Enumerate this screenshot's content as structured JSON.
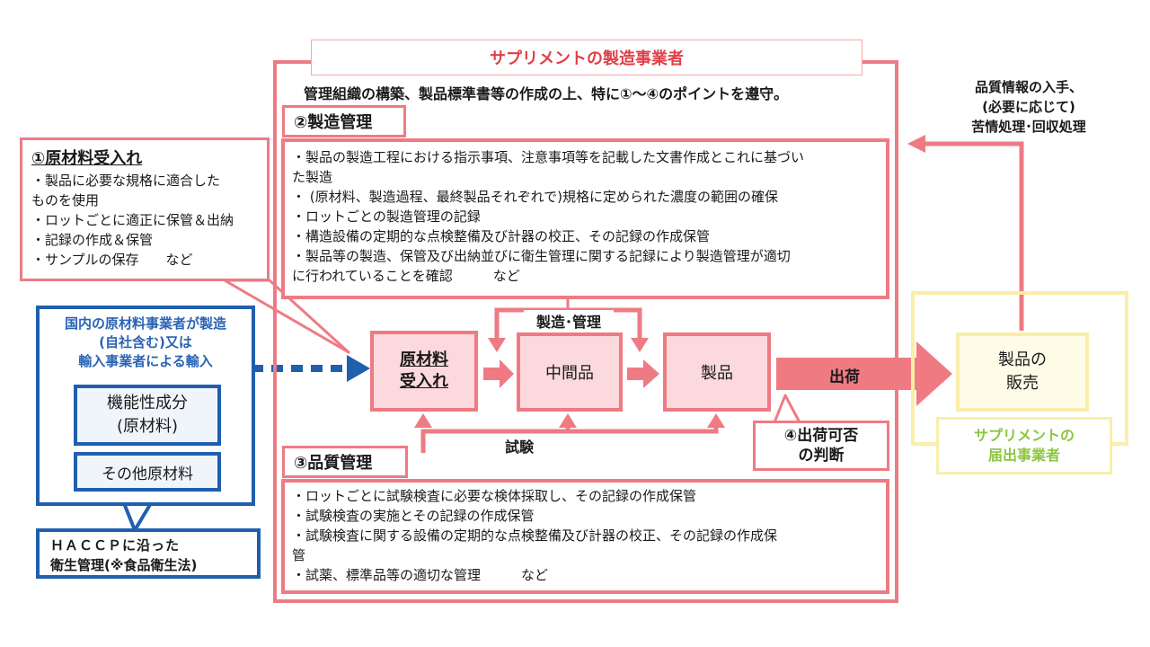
{
  "manufacturer": {
    "title": "サプリメントの製造事業者",
    "subtitle": "管理組織の構築、製品標準書等の作成の上、特に①～④のポイントを遵守。"
  },
  "raw_materials": {
    "title": "①原材料受入れ",
    "items": [
      "・製品に必要な規格に適合した",
      "ものを使用",
      "・ロットごとに適正に保管＆出納",
      "・記録の作成＆保管",
      "・サンプルの保存　　など"
    ]
  },
  "manufacturing_control": {
    "title": "②製造管理",
    "items": [
      "・製品の製造工程における指示事項、注意事項等を記載した文書作成とこれに基づい",
      "た製造",
      "・ (原材料、製造過程、最終製品それぞれで)規格に定められた濃度の範囲の確保",
      "・ロットごとの製造管理の記録",
      "・構造設備の定期的な点検整備及び計器の校正、その記録の作成保管",
      "・製品等の製造、保管及び出納並びに衛生管理に関する記録により製造管理が適切",
      "に行われていることを確認　　　など"
    ]
  },
  "quality_control": {
    "title": "③品質管理",
    "items": [
      "・ロットごとに試験検査に必要な検体採取し、その記録の作成保管",
      "・試験検査の実施とその記録の作成保管",
      "・試験検査に関する設備の定期的な点検整備及び計器の校正、その記録の作成保",
      "管",
      "・試薬、標準品等の適切な管理　　　など"
    ]
  },
  "flow": {
    "receive_line1": "原材料",
    "receive_line2": "受入れ",
    "intermediate": "中間品",
    "product": "製品",
    "loop_label": "製造･管理",
    "test_label": "試験",
    "shipping_label": "出荷"
  },
  "shipping_decision": {
    "line1": "④出荷可否",
    "line2": "の判断"
  },
  "domestic": {
    "line1": "国内の原材料事業者が製造",
    "line2": "(自社含む)又は",
    "line3": "輸入事業者による輸入",
    "functional_line1": "機能性成分",
    "functional_line2": "(原材料)",
    "other": "その他原材料"
  },
  "haccp": {
    "line1": "ＨＡＣＣＰに沿った",
    "line2": "衛生管理(※食品衛生法)"
  },
  "sales": {
    "line1": "製品の",
    "line2": "販売",
    "company_line1": "サプリメントの",
    "company_line2": "届出事業者"
  },
  "feedback": {
    "line1": "品質情報の入手、",
    "line2": "(必要に応じて)",
    "line3": "苦情処理･回収処理"
  },
  "colors": {
    "red": "#ee7b83",
    "pink": "#fbd9dc",
    "red_text": "#e0404a",
    "blue": "#1f5fae",
    "blue_text": "#2a63b3",
    "light_blue": "#f0f5fb",
    "yellow": "#f9eeaa",
    "yellow_fill": "#fefbe6",
    "green_text": "#8cc63f"
  }
}
